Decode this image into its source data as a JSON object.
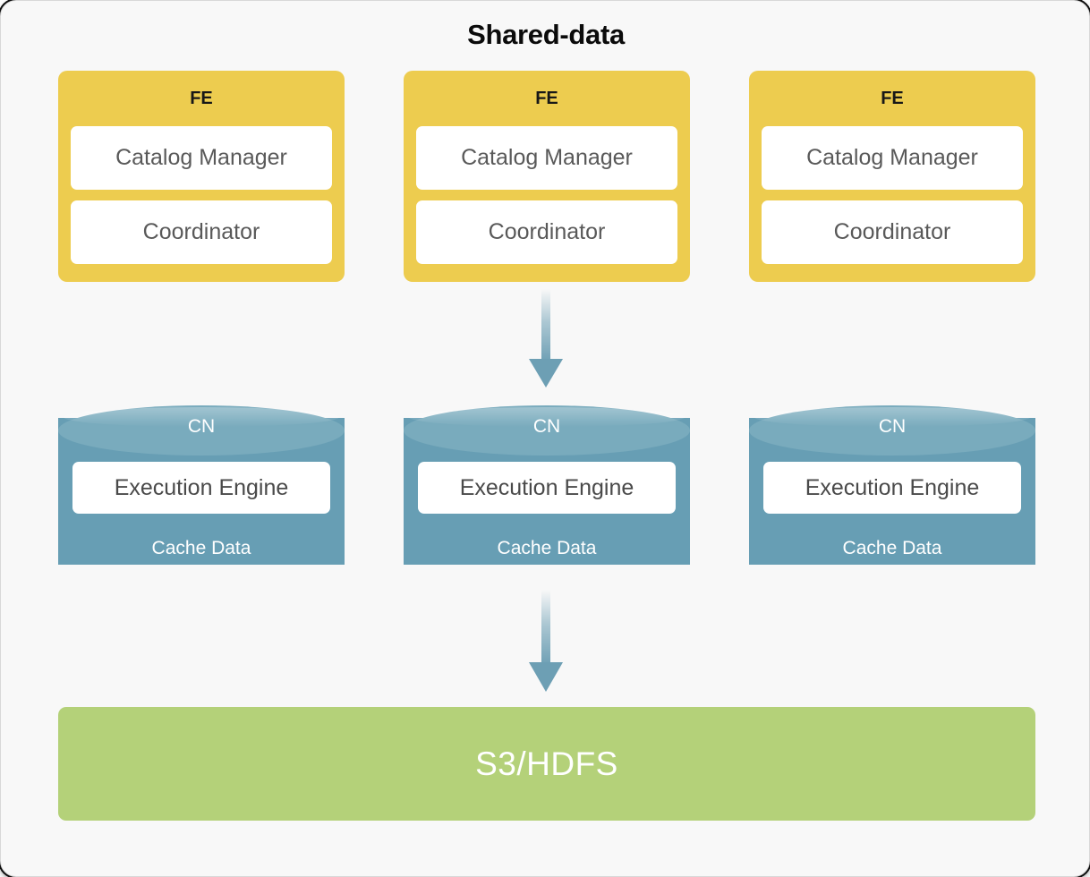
{
  "diagram": {
    "title": "Shared-data",
    "background_color": "#f8f8f8",
    "frame_color": "#0d0d0d"
  },
  "frontend_layer": {
    "node_color": "#edcc4f",
    "nodes": [
      {
        "title": "FE",
        "components": [
          "Catalog Manager",
          "Coordinator"
        ]
      },
      {
        "title": "FE",
        "components": [
          "Catalog Manager",
          "Coordinator"
        ]
      },
      {
        "title": "FE",
        "components": [
          "Catalog Manager",
          "Coordinator"
        ]
      }
    ]
  },
  "compute_layer": {
    "node_color": "#679eb4",
    "node_top_color": "#79abbd",
    "nodes": [
      {
        "title": "CN",
        "engine": "Execution Engine",
        "cache": "Cache Data"
      },
      {
        "title": "CN",
        "engine": "Execution Engine",
        "cache": "Cache Data"
      },
      {
        "title": "CN",
        "engine": "Execution Engine",
        "cache": "Cache Data"
      }
    ]
  },
  "storage_layer": {
    "label": "S3/HDFS",
    "color": "#b4d179"
  },
  "connectors": [
    {
      "name": "fe-to-cn",
      "direction": "down",
      "color": "#6d9fb4"
    },
    {
      "name": "cn-to-s3",
      "direction": "down",
      "color": "#6d9fb4"
    }
  ]
}
